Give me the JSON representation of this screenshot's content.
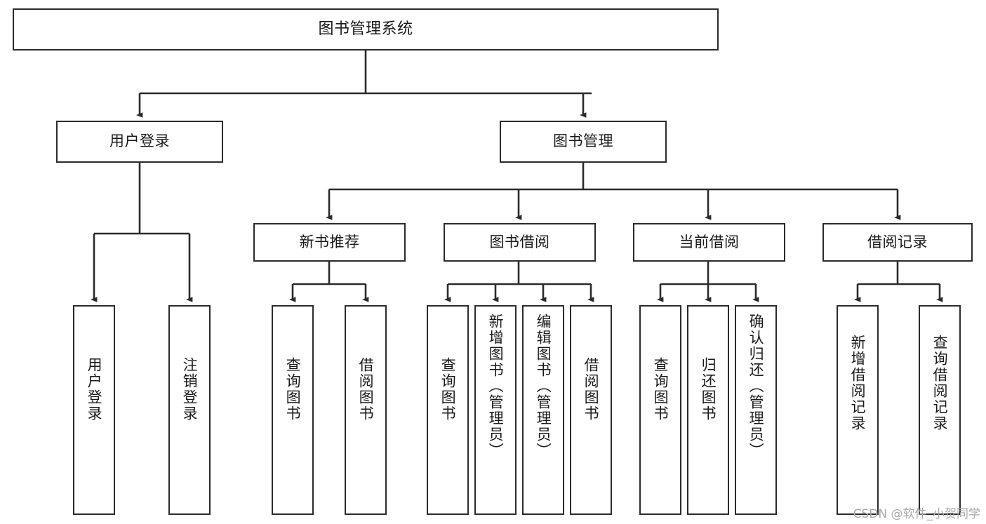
{
  "diagram": {
    "title": "图书管理系统",
    "type": "tree",
    "watermark": "CSDN @软件_小贺同学",
    "colors": {
      "stroke": "#2b2b2b",
      "fill": "#ffffff",
      "text": "#1a1a1a",
      "watermark": "#a9a9a9"
    },
    "nodes": {
      "root": {
        "label": "图书管理系统"
      },
      "level1": [
        {
          "label": "用户登录"
        },
        {
          "label": "图书管理"
        }
      ],
      "level2": [
        {
          "label": "新书推荐"
        },
        {
          "label": "图书借阅"
        },
        {
          "label": "当前借阅"
        },
        {
          "label": "借阅记录"
        }
      ],
      "leaves": {
        "user_login": [
          {
            "label": "用户登录"
          },
          {
            "label": "注销登录"
          }
        ],
        "new_book": [
          {
            "label": "查询图书"
          },
          {
            "label": "借阅图书"
          }
        ],
        "borrow_book": [
          {
            "label": "查询图书"
          },
          {
            "label": "新增图书（管理员）"
          },
          {
            "label": "编辑图书（管理员）"
          },
          {
            "label": "借阅图书"
          }
        ],
        "current_borrow": [
          {
            "label": "查询图书"
          },
          {
            "label": "归还图书"
          },
          {
            "label": "确认归还（管理员）"
          }
        ],
        "borrow_record": [
          {
            "label": "新增借阅记录"
          },
          {
            "label": "查询借阅记录"
          }
        ]
      }
    }
  }
}
